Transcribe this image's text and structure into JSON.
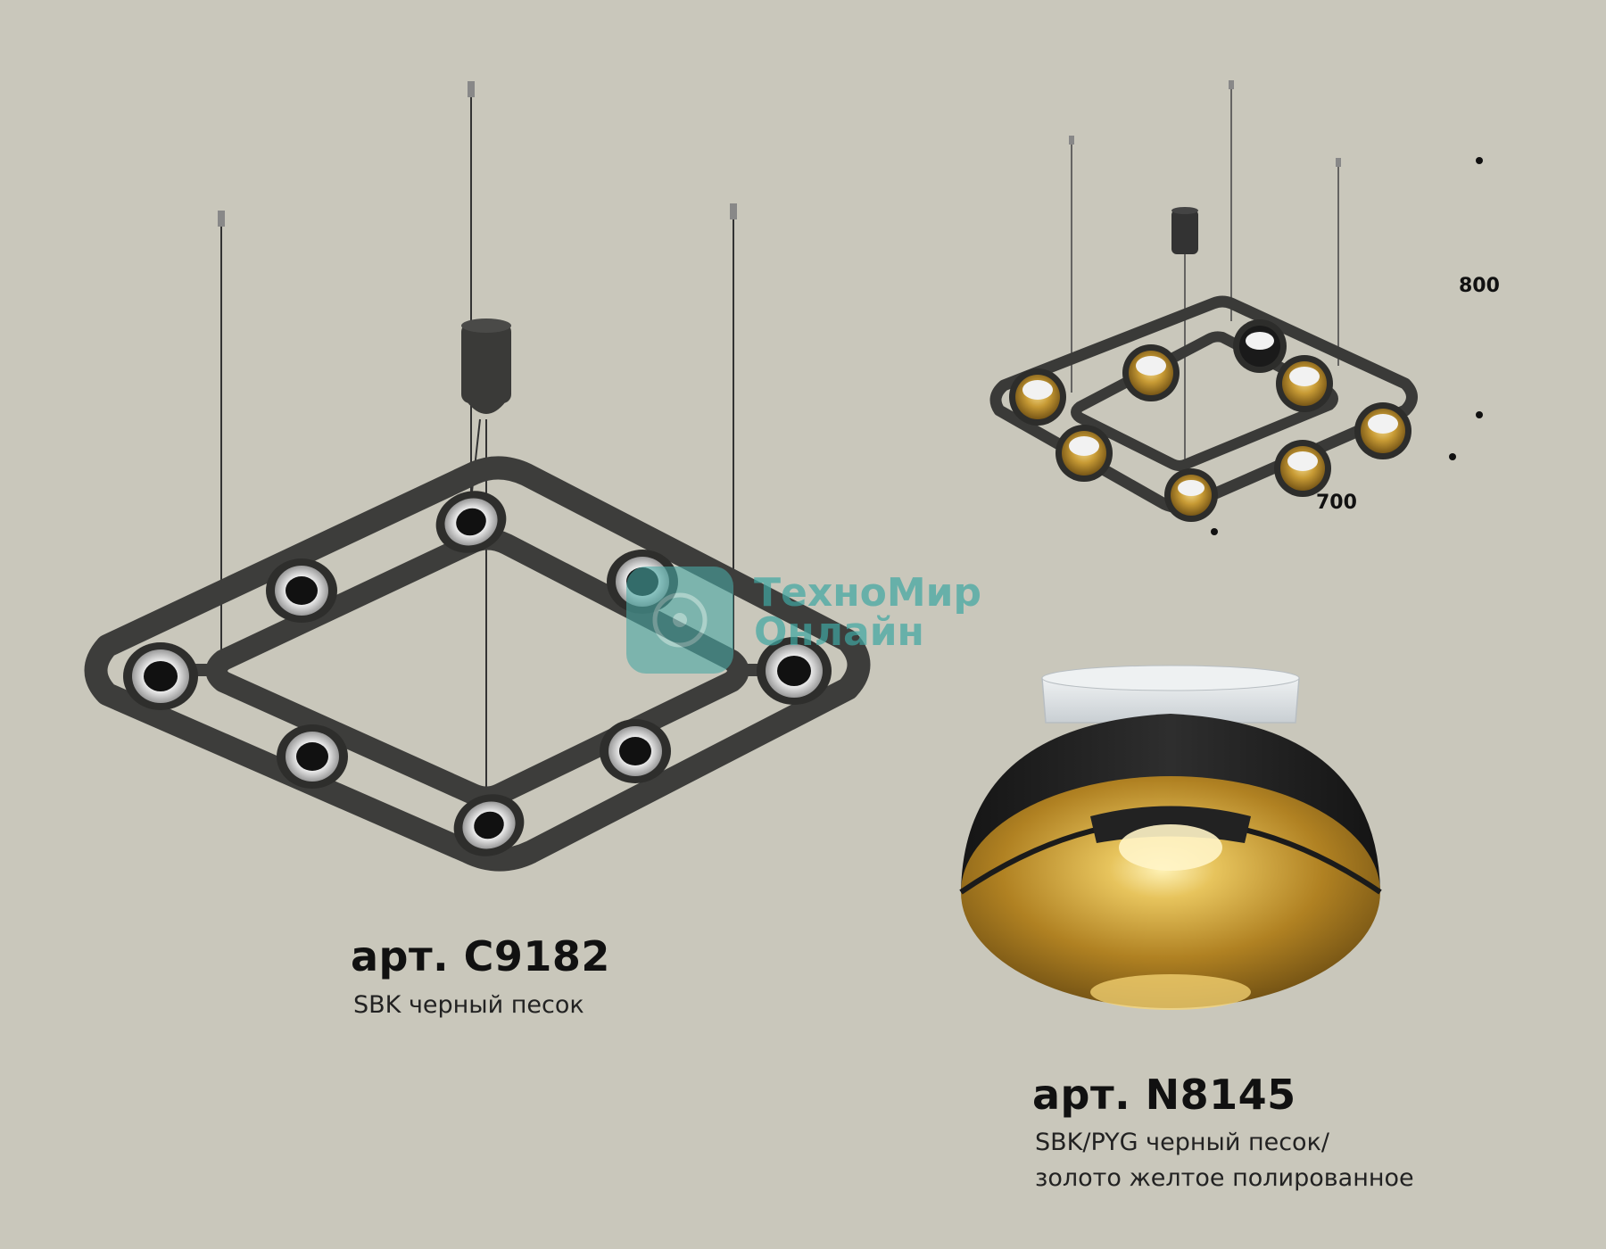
{
  "product_main": {
    "article": "арт. C9182",
    "finish": "SBK черный песок"
  },
  "product_shade": {
    "article": "арт. N8145",
    "finish_line1": "SBK/PYG черный песок/",
    "finish_line2": "золото желтое полированное"
  },
  "dimensions": {
    "height": "800",
    "width": "700"
  },
  "watermark": {
    "line1": "ТехноМир",
    "line2": "Онлайн"
  },
  "colors": {
    "background": "#c9c7bb",
    "frame": "#3d3d3b",
    "gold": "#b8902e",
    "watermark": "#3fa7a2"
  }
}
